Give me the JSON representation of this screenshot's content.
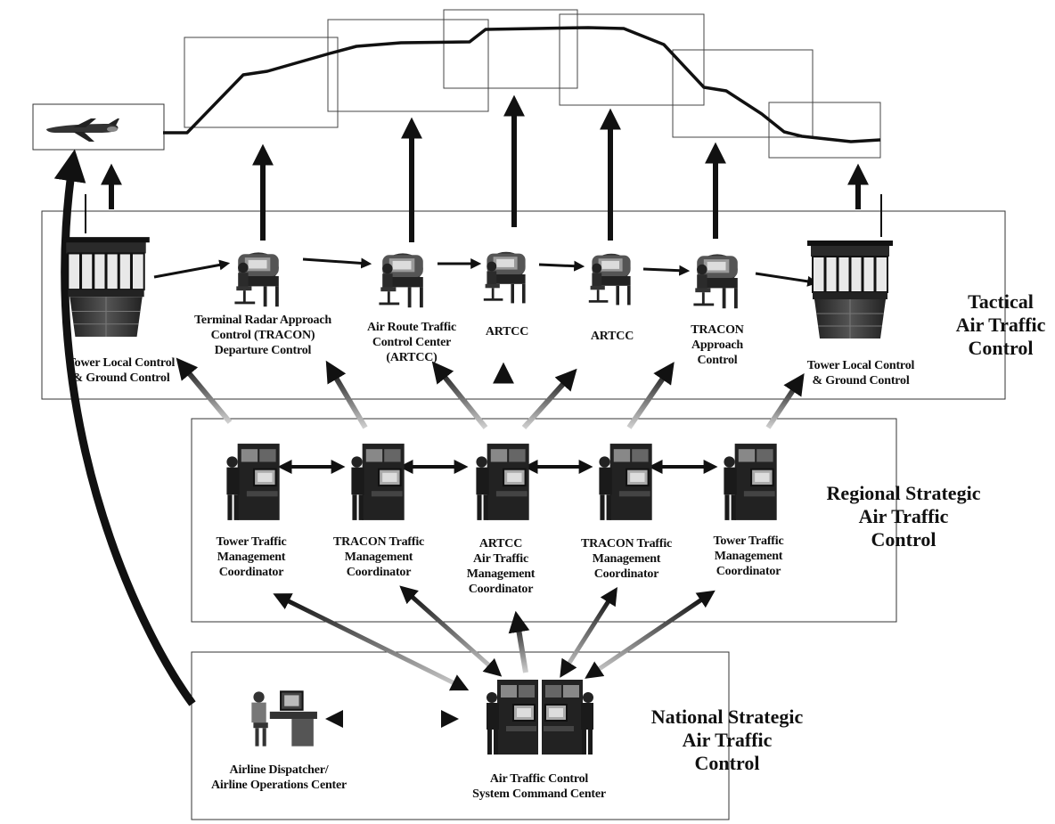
{
  "tiers": {
    "tactical": "Tactical\nAir Traffic\nControl",
    "regional": "Regional Strategic\nAir Traffic\nControl",
    "national": "National Strategic\nAir Traffic\nControl"
  },
  "tactical_units": {
    "tower_left": "Tower Local Control\n& Ground Control",
    "tracon_departure": "Terminal Radar Approach\nControl (TRACON)\nDeparture Control",
    "artcc_main": "Air Route Traffic\nControl Center\n(ARTCC)",
    "artcc_2": "ARTCC",
    "artcc_3": "ARTCC",
    "tracon_approach": "TRACON\nApproach\nControl",
    "tower_right": "Tower Local Control\n& Ground Control"
  },
  "regional_units": {
    "tower_tmc_left": "Tower Traffic\nManagement\nCoordinator",
    "tracon_tmc_left": "TRACON Traffic\nManagement\nCoordinator",
    "artcc_atmc": "ARTCC\nAir Traffic\nManagement\nCoordinator",
    "tracon_tmc_right": "TRACON Traffic\nManagement\nCoordinator",
    "tower_tmc_right": "Tower Traffic\nManagement\nCoordinator"
  },
  "national_units": {
    "airline": "Airline Dispatcher/\nAirline Operations Center",
    "command_center": "Air Traffic Control\nSystem Command Center"
  }
}
